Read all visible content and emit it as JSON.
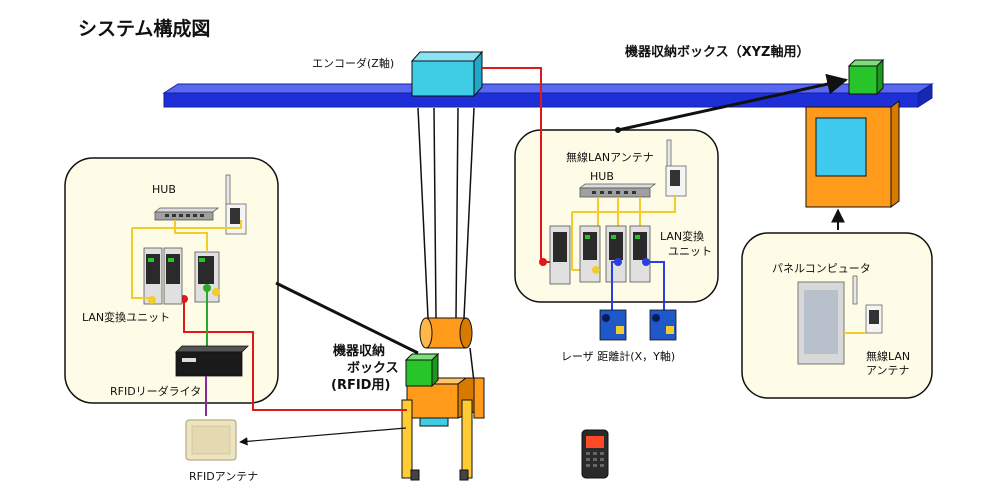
{
  "title": "システム構成図",
  "labels": {
    "encoder": "エンコーダ(Z軸)",
    "box_xyz": "機器収納ボックス（XYZ軸用）",
    "wireless_lan_right": "無線LANアンテナ",
    "hub_right": "HUB",
    "lan_conv_right_1": "LAN変換",
    "lan_conv_right_2": "ユニット",
    "laser": "レーザ 距離計(X，Y軸)",
    "hub_left": "HUB",
    "lan_conv_left": "LAN変換ユニット",
    "rfid_rw": "RFIDリーダライタ",
    "rfid_antenna": "RFIDアンテナ",
    "box_rfid_1": "機器収納",
    "box_rfid_2": "ボックス",
    "box_rfid_3": "(RFID用)",
    "panel_pc": "パネルコンピュータ",
    "wireless_lan_panel_1": "無線LAN",
    "wireless_lan_panel_2": "アンテナ"
  },
  "colors": {
    "rail": "#1f2fd8",
    "panel_bg": "#fefce6",
    "orange": "#ff9a1a",
    "green": "#27c52a",
    "cyan": "#3fcde6",
    "screen": "#3fc9ee",
    "cable_red": "#e01818",
    "cable_yellow": "#f2cc2a",
    "cable_blue": "#2a3fe0",
    "cable_green": "#2aa82a",
    "cable_purple": "#8a2a9a"
  }
}
